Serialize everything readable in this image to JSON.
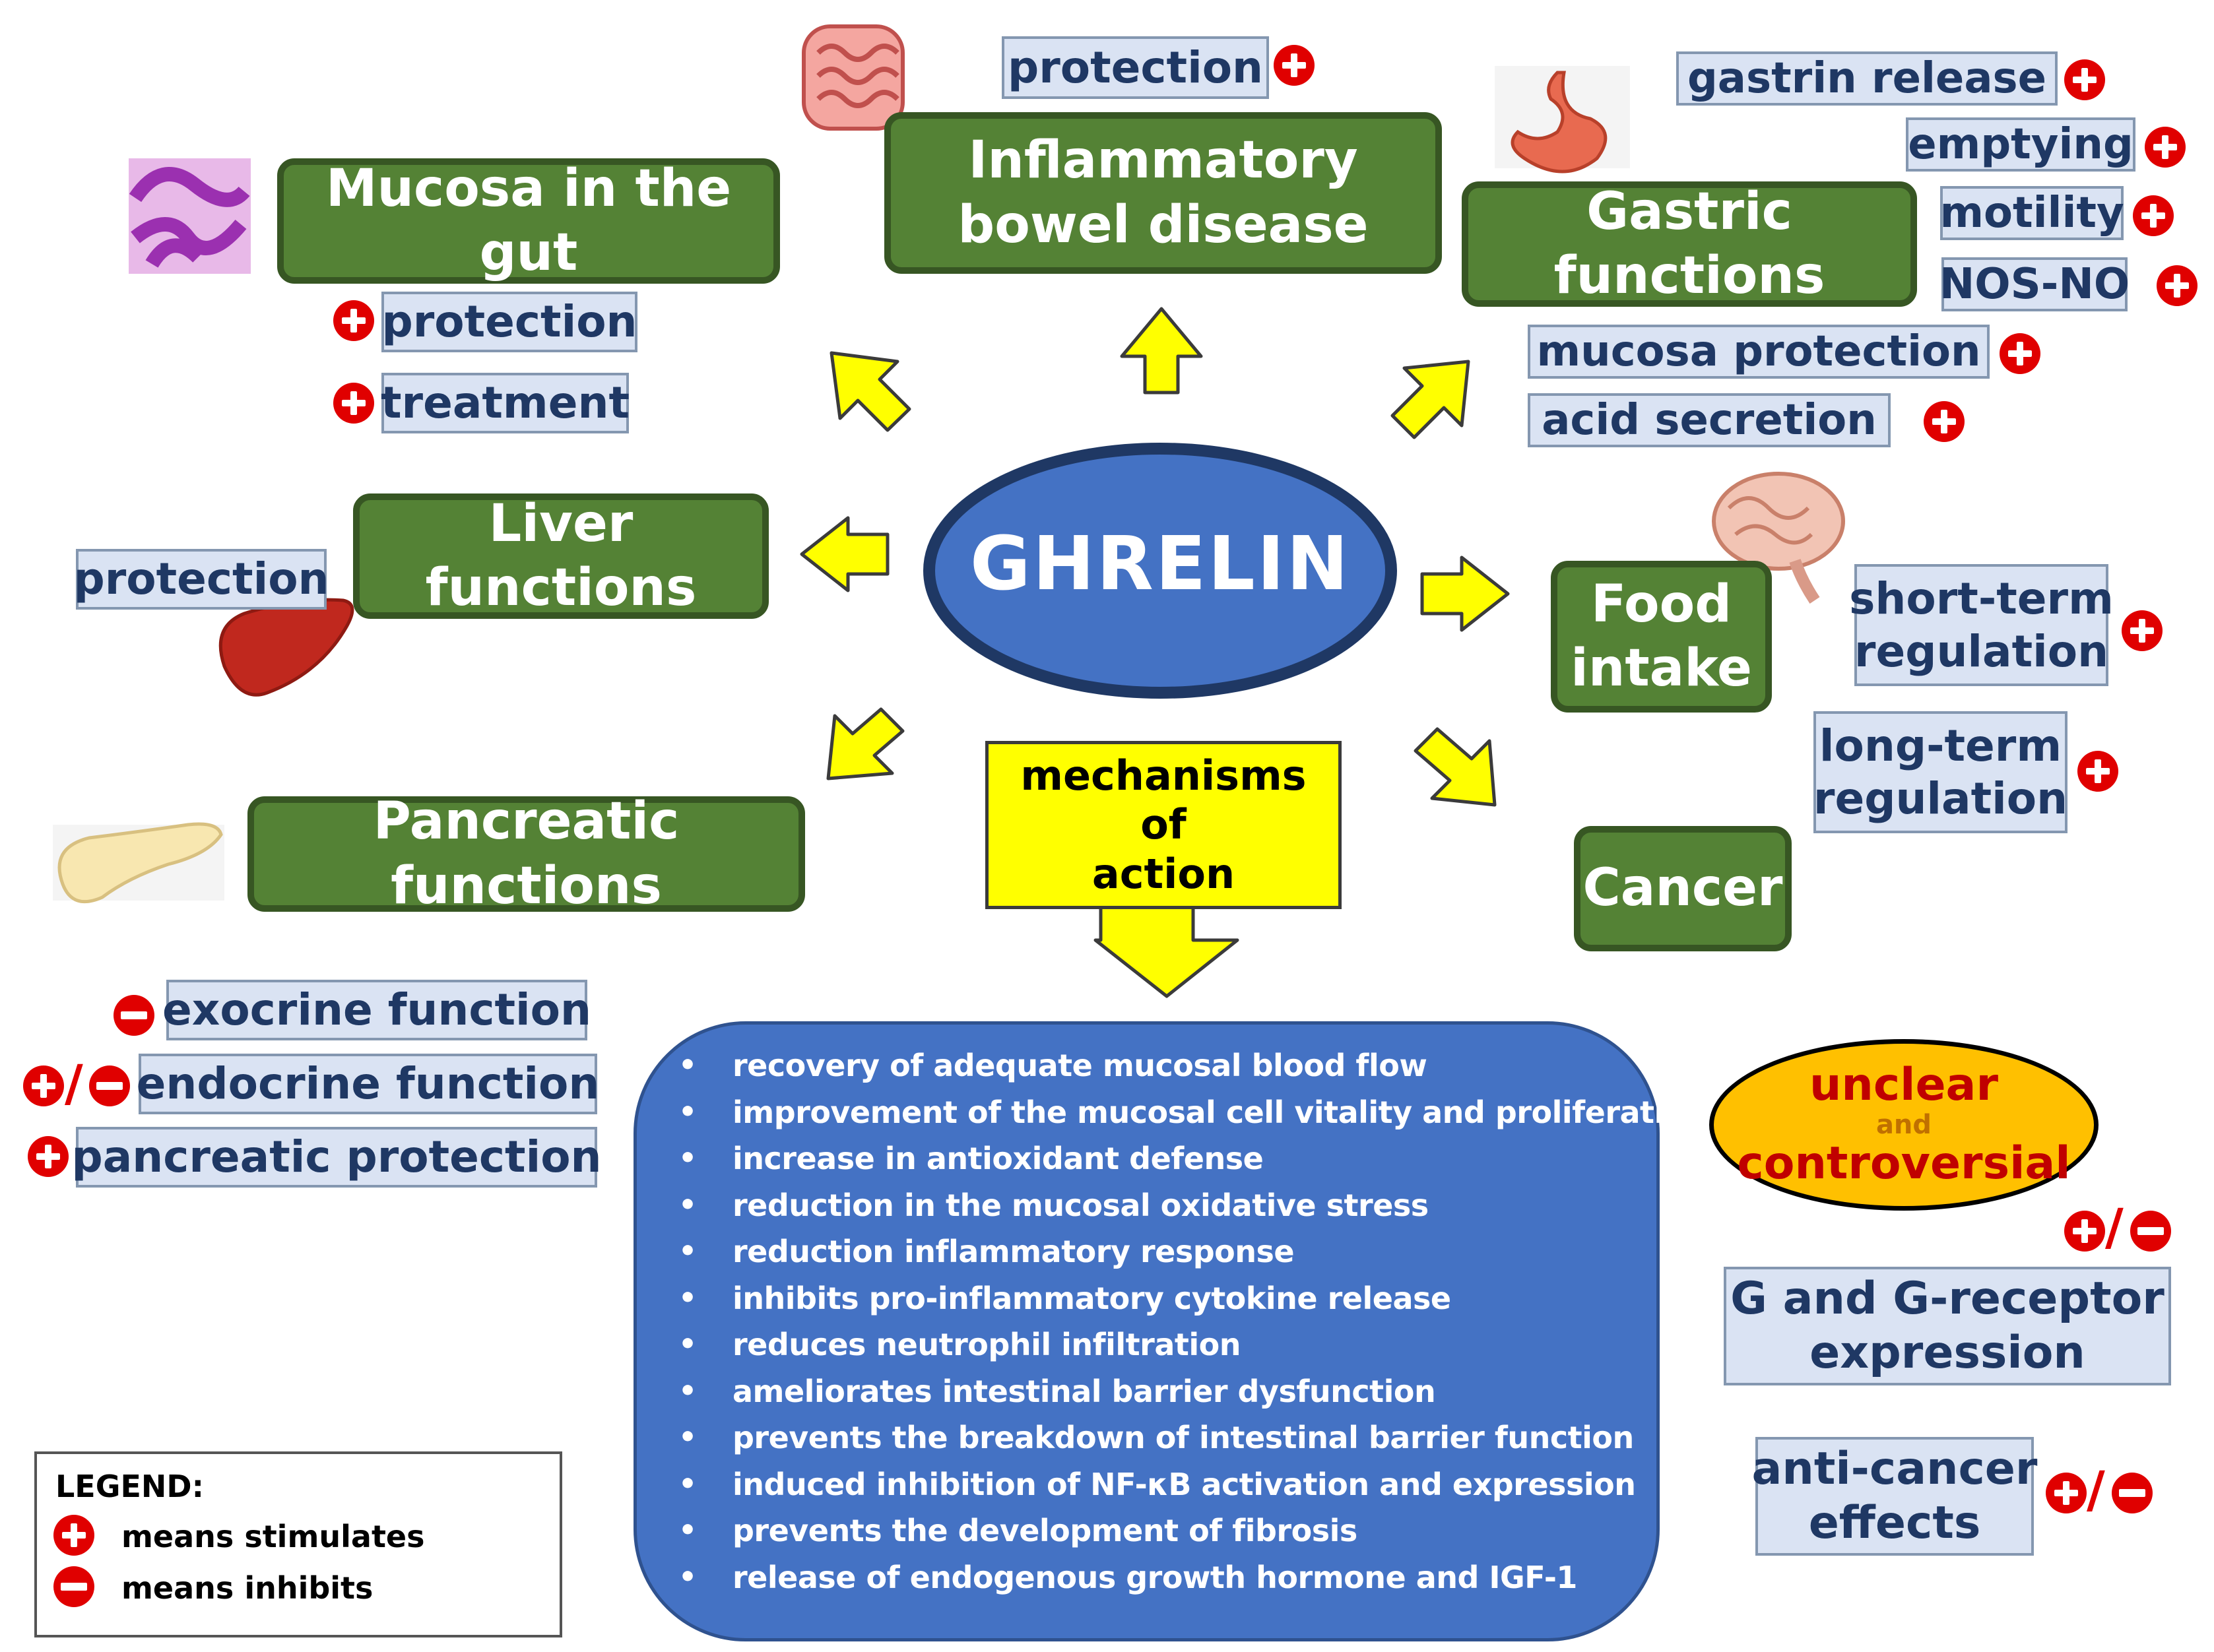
{
  "center": {
    "label": "GHRELIN"
  },
  "nodes": {
    "mucosa": "Mucosa in the gut",
    "ibd": "Inflammatory bowel disease",
    "gastric": "Gastric functions",
    "liver": "Liver functions",
    "food": "Food intake",
    "pancreatic": "Pancreatic functions",
    "cancer": "Cancer"
  },
  "labels": {
    "ibd_protection": "protection",
    "mucosa_protection": "protection",
    "mucosa_treatment": "treatment",
    "gastrin_release": "gastrin release",
    "emptying": "emptying",
    "motility": "motility",
    "nos_no": "NOS-NO",
    "mucosa_protection_gastric": "mucosa protection",
    "acid_secretion": "acid secretion",
    "liver_protection": "protection",
    "short_term_1": "short-term",
    "short_term_2": "regulation",
    "long_term_1": "long-term",
    "long_term_2": "regulation",
    "exocrine": "exocrine function",
    "endocrine": "endocrine function",
    "pancreatic_protection": "pancreatic protection",
    "g_receptor_1": "G and G-receptor",
    "g_receptor_2": "expression",
    "anticancer_1": "anti-cancer",
    "anticancer_2": "effects"
  },
  "unclear": {
    "line1": "unclear",
    "line2": "and",
    "line3": "controversial"
  },
  "mechanisms": {
    "title1": "mechanisms",
    "title2": "of",
    "title3": "action",
    "items": [
      "recovery of adequate mucosal blood flow",
      "improvement of the mucosal cell vitality and proliferation",
      "increase in antioxidant defense",
      "reduction in the mucosal oxidative stress",
      "reduction inflammatory response",
      "inhibits pro-inflammatory cytokine release",
      "reduces neutrophil infiltration",
      "ameliorates intestinal barrier dysfunction",
      "prevents the breakdown of intestinal barrier function",
      "induced inhibition of NF-κB activation and expression",
      "prevents the development of fibrosis",
      "release of endogenous growth hormone and IGF-1"
    ]
  },
  "legend": {
    "title": "LEGEND:",
    "plus": "means stimulates",
    "minus": "means inhibits"
  },
  "colors": {
    "node_fill": "#548235",
    "node_border": "#375623",
    "label_fill": "#dae3f3",
    "center_fill": "#4472c4",
    "center_border": "#1f3864",
    "mechanism_fill": "#ffff00",
    "list_fill": "#4472c4",
    "unclear_fill": "#ffc000",
    "sign_red": "#e00000"
  },
  "icons": [
    "intestine-icon",
    "mucosa-tissue-icon",
    "stomach-icon",
    "brain-icon",
    "liver-icon",
    "pancreas-icon"
  ]
}
